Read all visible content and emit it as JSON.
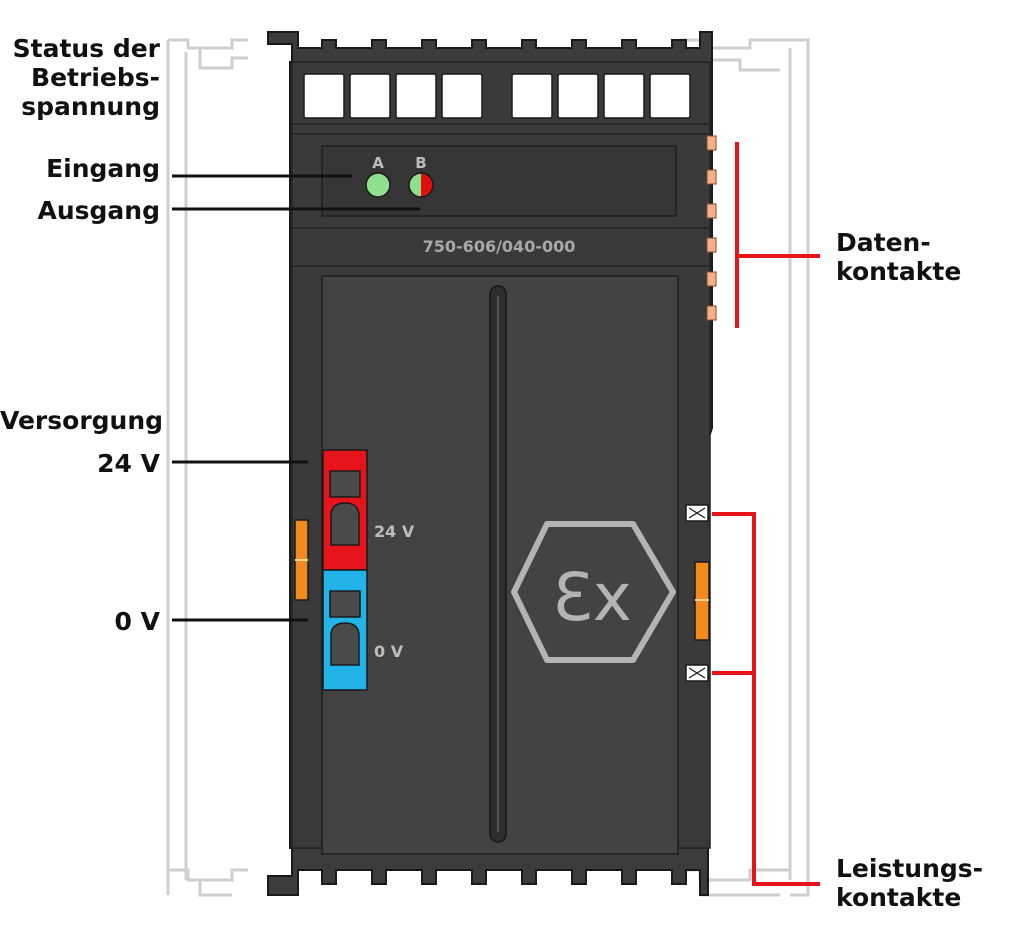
{
  "module": {
    "article_number": "750-606/040-000",
    "led_a_label": "A",
    "led_b_label": "B",
    "terminal_24v_label": "24 V",
    "terminal_0v_label": "0 V",
    "ex_mark": "Ɛx"
  },
  "callouts": {
    "status_line1": "Status der",
    "status_line2": "Betriebs-",
    "status_line3": "spannung",
    "eingang": "Eingang",
    "ausgang": "Ausgang",
    "versorgung": "Versorgung",
    "v24": "24 V",
    "v0": "0 V",
    "daten_line1": "Daten-",
    "daten_line2": "kontakte",
    "leistung_line1": "Leistungs-",
    "leistung_line2": "kontakte"
  },
  "colors": {
    "housing": "#3c3c3c",
    "panel": "#454545",
    "led_green": "#8ee08e",
    "led_red": "#e01010",
    "terminal_red": "#e8141c",
    "terminal_blue": "#22b4e8",
    "contact_orange": "#f08a1a",
    "callout_red": "#e8141c",
    "rail_outline": "#cfcfcf"
  },
  "leds": {
    "a": {
      "state": "on",
      "color": "green"
    },
    "b": {
      "state": "on",
      "color": "green/red"
    }
  }
}
